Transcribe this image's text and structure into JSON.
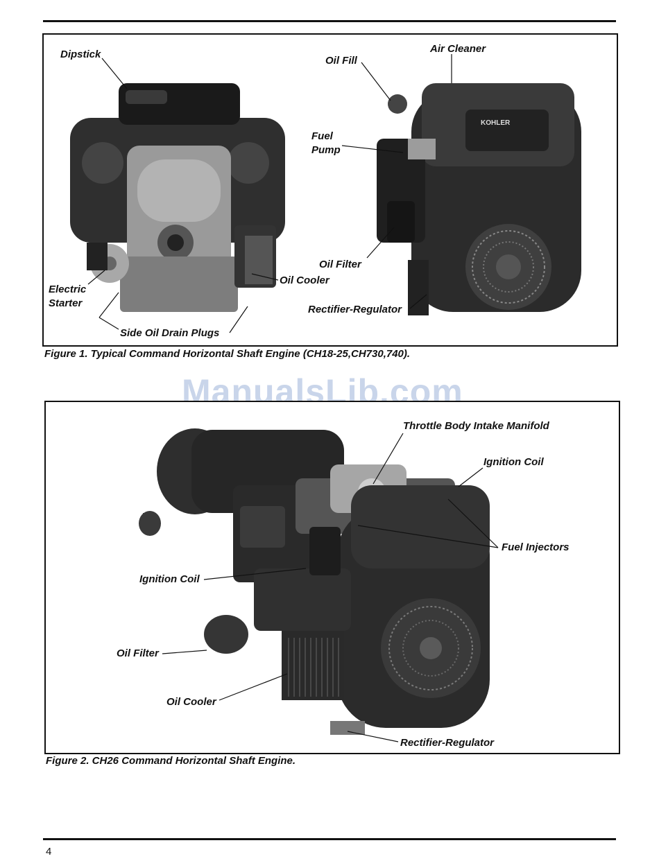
{
  "watermark": "ManualsLib.com",
  "figure1": {
    "caption": "Figure 1. Typical Command Horizontal Shaft Engine (CH18-25,CH730,740).",
    "labels": {
      "dipstick": "Dipstick",
      "oil_fill": "Oil Fill",
      "air_cleaner": "Air Cleaner",
      "fuel_pump_line1": "Fuel",
      "fuel_pump_line2": "Pump",
      "oil_filter": "Oil Filter",
      "oil_cooler": "Oil Cooler",
      "electric_starter_line1": "Electric",
      "electric_starter_line2": "Starter",
      "side_oil_drain_plugs": "Side Oil Drain Plugs",
      "rectifier_regulator": "Rectifier-Regulator"
    },
    "brand_on_engine": "KOHLER"
  },
  "figure2": {
    "caption": "Figure 2. CH26 Command Horizontal Shaft Engine.",
    "labels": {
      "throttle_body": "Throttle Body Intake Manifold",
      "ignition_coil_top": "Ignition Coil",
      "fuel_injectors": "Fuel Injectors",
      "ignition_coil_left": "Ignition Coil",
      "oil_filter": "Oil Filter",
      "oil_cooler": "Oil Cooler",
      "rectifier_regulator": "Rectifier-Regulator"
    }
  },
  "page_number": "4"
}
